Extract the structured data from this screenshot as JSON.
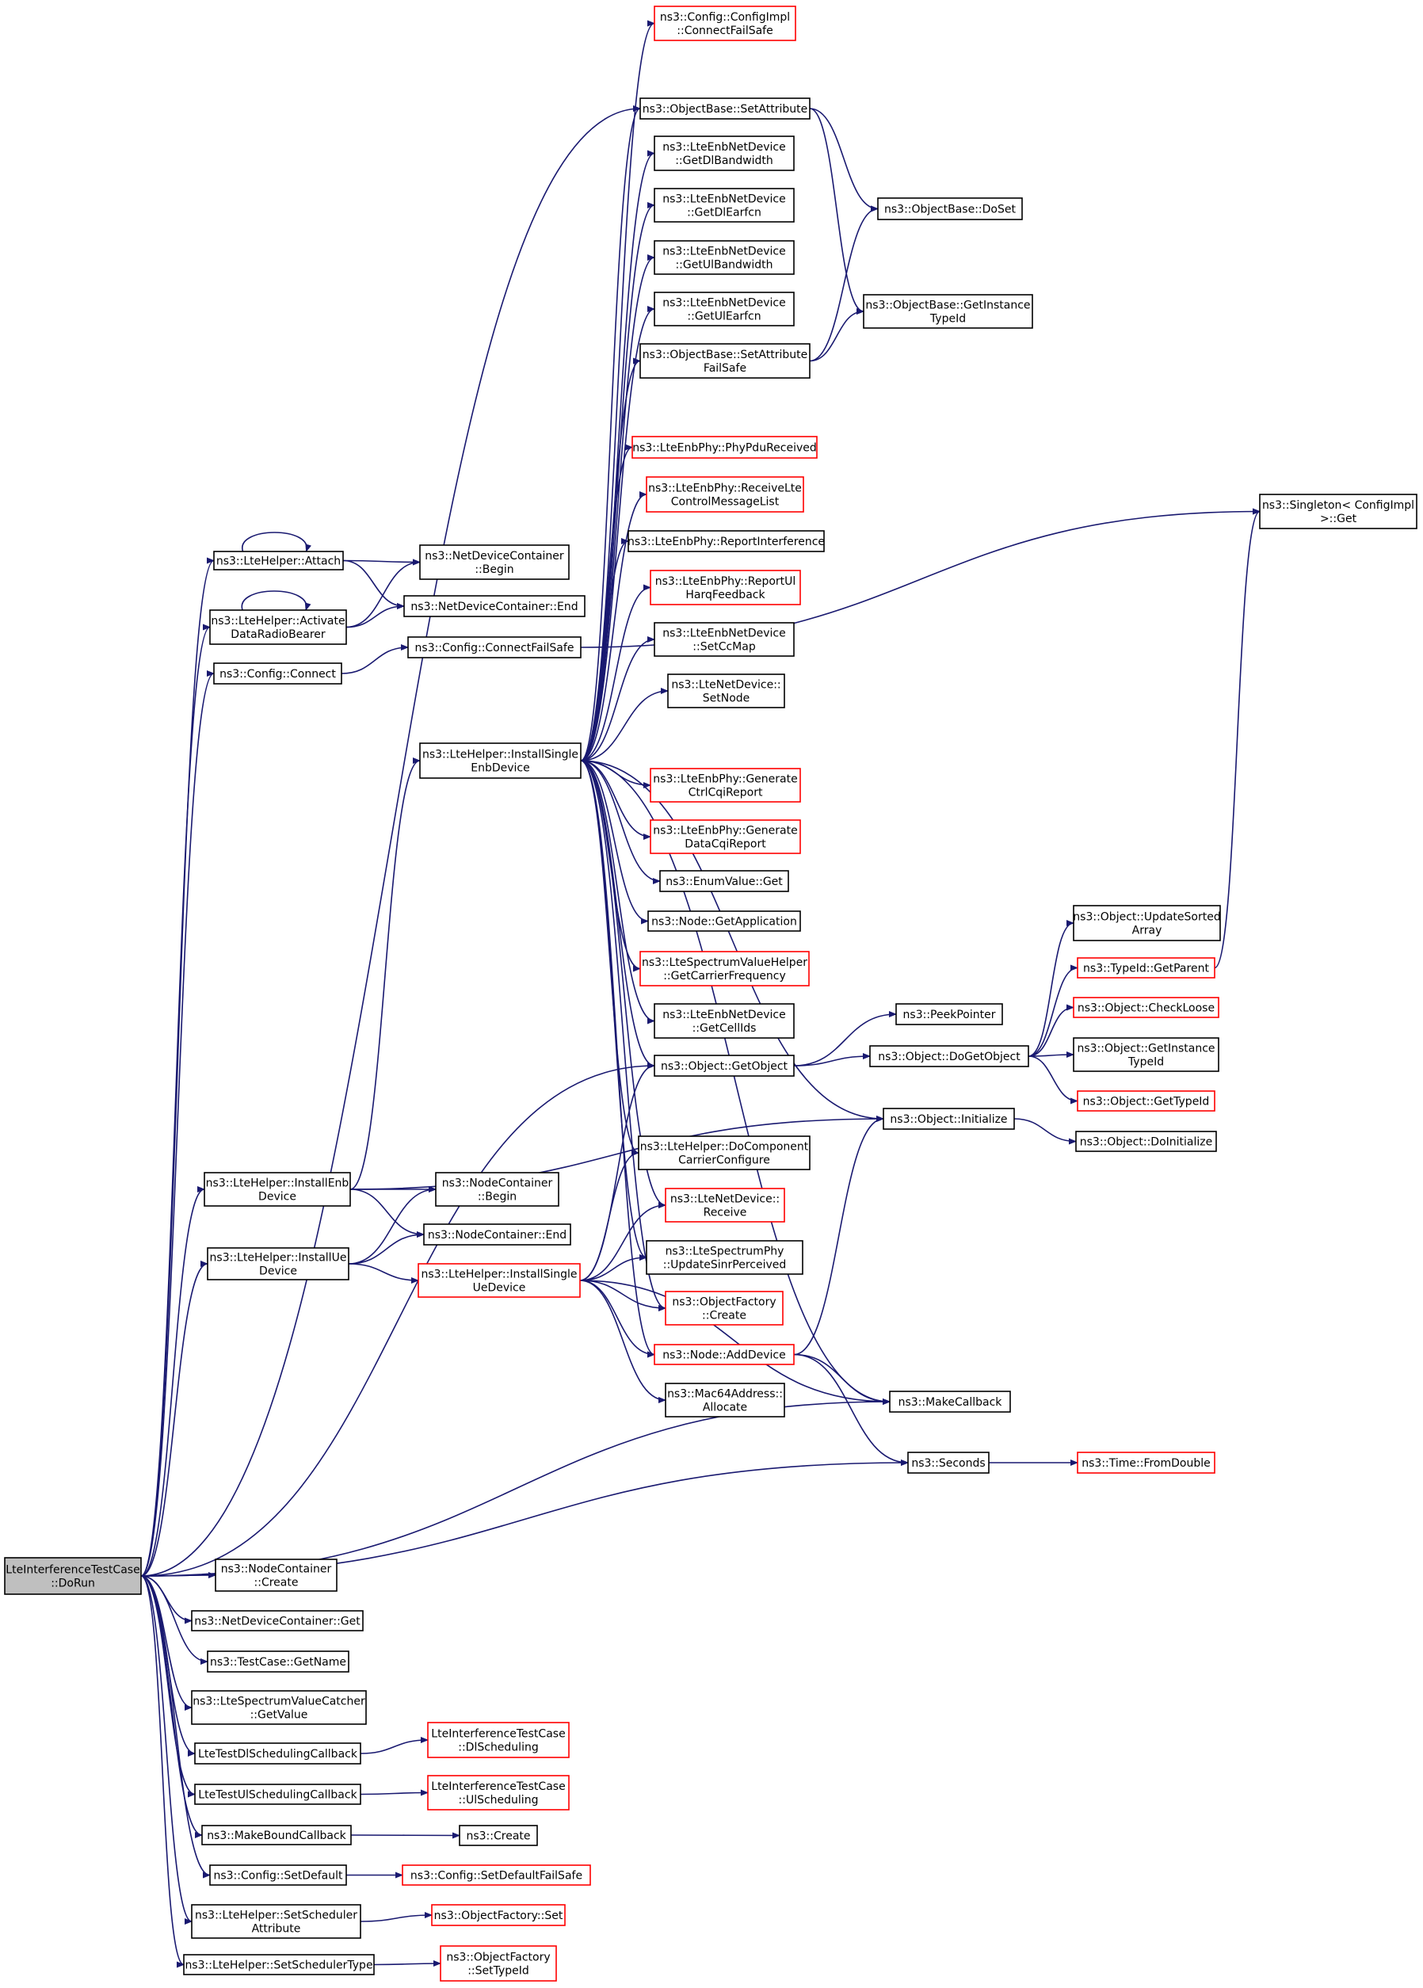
{
  "diagram": {
    "root": "LteInterferenceTestCase::DoRun",
    "colors": {
      "edge": "#191970",
      "normal_border": "#000000",
      "linked_border": "#ff0000",
      "root_fill": "#bfbfbf"
    },
    "nodes": [
      {
        "id": "root",
        "lines": [
          "LteInterferenceTestCase",
          "::DoRun"
        ],
        "style": "root"
      },
      {
        "id": "attach",
        "lines": [
          "ns3::LteHelper::Attach"
        ],
        "style": "normal"
      },
      {
        "id": "activate",
        "lines": [
          "ns3::LteHelper::Activate",
          "DataRadioBearer"
        ],
        "style": "normal"
      },
      {
        "id": "cfgConnect",
        "lines": [
          "ns3::Config::Connect"
        ],
        "style": "normal"
      },
      {
        "id": "installSingleEnb",
        "lines": [
          "ns3::LteHelper::InstallSingle",
          "EnbDevice"
        ],
        "style": "normal"
      },
      {
        "id": "installEnb",
        "lines": [
          "ns3::LteHelper::InstallEnb",
          "Device"
        ],
        "style": "normal"
      },
      {
        "id": "installUe",
        "lines": [
          "ns3::LteHelper::InstallUe",
          "Device"
        ],
        "style": "normal"
      },
      {
        "id": "nodeContCreate",
        "lines": [
          "ns3::NodeContainer",
          "::Create"
        ],
        "style": "normal"
      },
      {
        "id": "ndcGet",
        "lines": [
          "ns3::NetDeviceContainer::Get"
        ],
        "style": "normal"
      },
      {
        "id": "getName",
        "lines": [
          "ns3::TestCase::GetName"
        ],
        "style": "normal"
      },
      {
        "id": "catcherGetValue",
        "lines": [
          "ns3::LteSpectrumValueCatcher",
          "::GetValue"
        ],
        "style": "normal"
      },
      {
        "id": "dlSchedCb",
        "lines": [
          "LteTestDlSchedulingCallback"
        ],
        "style": "normal"
      },
      {
        "id": "ulSchedCb",
        "lines": [
          "LteTestUlSchedulingCallback"
        ],
        "style": "normal"
      },
      {
        "id": "makeBound",
        "lines": [
          "ns3::MakeBoundCallback"
        ],
        "style": "normal"
      },
      {
        "id": "cfgSetDefault",
        "lines": [
          "ns3::Config::SetDefault"
        ],
        "style": "normal"
      },
      {
        "id": "setSchedAttr",
        "lines": [
          "ns3::LteHelper::SetScheduler",
          "Attribute"
        ],
        "style": "normal"
      },
      {
        "id": "setSchedType",
        "lines": [
          "ns3::LteHelper::SetSchedulerType"
        ],
        "style": "normal"
      },
      {
        "id": "ndcBegin",
        "lines": [
          "ns3::NetDeviceContainer",
          "::Begin"
        ],
        "style": "normal"
      },
      {
        "id": "ndcEnd",
        "lines": [
          "ns3::NetDeviceContainer::End"
        ],
        "style": "normal"
      },
      {
        "id": "cfgConnectFS",
        "lines": [
          "ns3::Config::ConnectFailSafe"
        ],
        "style": "normal"
      },
      {
        "id": "ncBegin",
        "lines": [
          "ns3::NodeContainer",
          "::Begin"
        ],
        "style": "normal"
      },
      {
        "id": "ncEnd",
        "lines": [
          "ns3::NodeContainer::End"
        ],
        "style": "normal"
      },
      {
        "id": "installSingleUe",
        "lines": [
          "ns3::LteHelper::InstallSingle",
          "UeDevice"
        ],
        "style": "red"
      },
      {
        "id": "cfgImplConnectFS",
        "lines": [
          "ns3::Config::ConfigImpl",
          "::ConnectFailSafe"
        ],
        "style": "red"
      },
      {
        "id": "setAttr",
        "lines": [
          "ns3::ObjectBase::SetAttribute"
        ],
        "style": "normal"
      },
      {
        "id": "getDlBw",
        "lines": [
          "ns3::LteEnbNetDevice",
          "::GetDlBandwidth"
        ],
        "style": "normal"
      },
      {
        "id": "getDlEarfcn",
        "lines": [
          "ns3::LteEnbNetDevice",
          "::GetDlEarfcn"
        ],
        "style": "normal"
      },
      {
        "id": "getUlBw",
        "lines": [
          "ns3::LteEnbNetDevice",
          "::GetUlBandwidth"
        ],
        "style": "normal"
      },
      {
        "id": "getUlEarfcn",
        "lines": [
          "ns3::LteEnbNetDevice",
          "::GetUlEarfcn"
        ],
        "style": "normal"
      },
      {
        "id": "setAttrFS",
        "lines": [
          "ns3::ObjectBase::SetAttribute",
          "FailSafe"
        ],
        "style": "normal"
      },
      {
        "id": "phyPdu",
        "lines": [
          "ns3::LteEnbPhy::PhyPduReceived"
        ],
        "style": "red"
      },
      {
        "id": "recvCtrl",
        "lines": [
          "ns3::LteEnbPhy::ReceiveLte",
          "ControlMessageList"
        ],
        "style": "red"
      },
      {
        "id": "reportInterf",
        "lines": [
          "ns3::LteEnbPhy::ReportInterference"
        ],
        "style": "normal"
      },
      {
        "id": "reportUl",
        "lines": [
          "ns3::LteEnbPhy::ReportUl",
          "HarqFeedback"
        ],
        "style": "red"
      },
      {
        "id": "setCcMap",
        "lines": [
          "ns3::LteEnbNetDevice",
          "::SetCcMap"
        ],
        "style": "normal"
      },
      {
        "id": "setNode",
        "lines": [
          "ns3::LteNetDevice::",
          "SetNode"
        ],
        "style": "normal"
      },
      {
        "id": "genCtrlCqi",
        "lines": [
          "ns3::LteEnbPhy::Generate",
          "CtrlCqiReport"
        ],
        "style": "red"
      },
      {
        "id": "genDataCqi",
        "lines": [
          "ns3::LteEnbPhy::Generate",
          "DataCqiReport"
        ],
        "style": "red"
      },
      {
        "id": "enumGet",
        "lines": [
          "ns3::EnumValue::Get"
        ],
        "style": "normal"
      },
      {
        "id": "getApp",
        "lines": [
          "ns3::Node::GetApplication"
        ],
        "style": "normal"
      },
      {
        "id": "carrierFreq",
        "lines": [
          "ns3::LteSpectrumValueHelper",
          "::GetCarrierFrequency"
        ],
        "style": "red"
      },
      {
        "id": "getCellIds",
        "lines": [
          "ns3::LteEnbNetDevice",
          "::GetCellIds"
        ],
        "style": "normal"
      },
      {
        "id": "getObject",
        "lines": [
          "ns3::Object::GetObject"
        ],
        "style": "normal"
      },
      {
        "id": "doCompCarrier",
        "lines": [
          "ns3::LteHelper::DoComponent",
          "CarrierConfigure"
        ],
        "style": "normal"
      },
      {
        "id": "lteNdReceive",
        "lines": [
          "ns3::LteNetDevice::",
          "Receive"
        ],
        "style": "red"
      },
      {
        "id": "updateSinr",
        "lines": [
          "ns3::LteSpectrumPhy",
          "::UpdateSinrPerceived"
        ],
        "style": "normal"
      },
      {
        "id": "ofCreate",
        "lines": [
          "ns3::ObjectFactory",
          "::Create"
        ],
        "style": "red"
      },
      {
        "id": "addDevice",
        "lines": [
          "ns3::Node::AddDevice"
        ],
        "style": "red"
      },
      {
        "id": "macAlloc",
        "lines": [
          "ns3::Mac64Address::",
          "Allocate"
        ],
        "style": "normal"
      },
      {
        "id": "ltiDlSched",
        "lines": [
          "LteInterferenceTestCase",
          "::DlScheduling"
        ],
        "style": "red"
      },
      {
        "id": "ltiUlSched",
        "lines": [
          "LteInterferenceTestCase",
          "::UlScheduling"
        ],
        "style": "red"
      },
      {
        "id": "nsCreate",
        "lines": [
          "ns3::Create"
        ],
        "style": "normal"
      },
      {
        "id": "cfgSetDefaultFS",
        "lines": [
          "ns3::Config::SetDefaultFailSafe"
        ],
        "style": "red"
      },
      {
        "id": "ofSet",
        "lines": [
          "ns3::ObjectFactory::Set"
        ],
        "style": "red"
      },
      {
        "id": "ofSetTypeId",
        "lines": [
          "ns3::ObjectFactory",
          "::SetTypeId"
        ],
        "style": "red"
      },
      {
        "id": "doSet",
        "lines": [
          "ns3::ObjectBase::DoSet"
        ],
        "style": "normal"
      },
      {
        "id": "obGetInstTid",
        "lines": [
          "ns3::ObjectBase::GetInstance",
          "TypeId"
        ],
        "style": "normal"
      },
      {
        "id": "peekPointer",
        "lines": [
          "ns3::PeekPointer"
        ],
        "style": "normal"
      },
      {
        "id": "doGetObject",
        "lines": [
          "ns3::Object::DoGetObject"
        ],
        "style": "normal"
      },
      {
        "id": "objInit",
        "lines": [
          "ns3::Object::Initialize"
        ],
        "style": "normal"
      },
      {
        "id": "makeCallback",
        "lines": [
          "ns3::MakeCallback"
        ],
        "style": "normal"
      },
      {
        "id": "seconds",
        "lines": [
          "ns3::Seconds"
        ],
        "style": "normal"
      },
      {
        "id": "singletonGet",
        "lines": [
          "ns3::Singleton< ConfigImpl",
          " >::Get"
        ],
        "style": "normal"
      },
      {
        "id": "updSorted",
        "lines": [
          "ns3::Object::UpdateSorted",
          "Array"
        ],
        "style": "normal"
      },
      {
        "id": "tidGetParent",
        "lines": [
          "ns3::TypeId::GetParent"
        ],
        "style": "red"
      },
      {
        "id": "checkLoose",
        "lines": [
          "ns3::Object::CheckLoose"
        ],
        "style": "red"
      },
      {
        "id": "objGetInstTid",
        "lines": [
          "ns3::Object::GetInstance",
          "TypeId"
        ],
        "style": "normal"
      },
      {
        "id": "objGetTid",
        "lines": [
          "ns3::Object::GetTypeId"
        ],
        "style": "red"
      },
      {
        "id": "doInit",
        "lines": [
          "ns3::Object::DoInitialize"
        ],
        "style": "normal"
      },
      {
        "id": "fromDouble",
        "lines": [
          "ns3::Time::FromDouble"
        ],
        "style": "red"
      }
    ],
    "edges": [
      [
        "root",
        "attach"
      ],
      [
        "root",
        "activate"
      ],
      [
        "root",
        "cfgConnect"
      ],
      [
        "root",
        "installEnb"
      ],
      [
        "root",
        "installUe"
      ],
      [
        "root",
        "nodeContCreate"
      ],
      [
        "root",
        "ndcGet"
      ],
      [
        "root",
        "getName"
      ],
      [
        "root",
        "catcherGetValue"
      ],
      [
        "root",
        "dlSchedCb"
      ],
      [
        "root",
        "ulSchedCb"
      ],
      [
        "root",
        "makeBound"
      ],
      [
        "root",
        "cfgSetDefault"
      ],
      [
        "root",
        "setSchedAttr"
      ],
      [
        "root",
        "setSchedType"
      ],
      [
        "root",
        "getObject"
      ],
      [
        "root",
        "makeCallback"
      ],
      [
        "root",
        "seconds"
      ],
      [
        "root",
        "setAttr"
      ],
      [
        "attach",
        "attach"
      ],
      [
        "attach",
        "ndcBegin"
      ],
      [
        "attach",
        "ndcEnd"
      ],
      [
        "activate",
        "activate"
      ],
      [
        "activate",
        "ndcBegin"
      ],
      [
        "activate",
        "ndcEnd"
      ],
      [
        "cfgConnect",
        "cfgConnectFS"
      ],
      [
        "cfgConnectFS",
        "singletonGet"
      ],
      [
        "installEnb",
        "installSingleEnb"
      ],
      [
        "installEnb",
        "ncBegin"
      ],
      [
        "installEnb",
        "ncEnd"
      ],
      [
        "installEnb",
        "objInit"
      ],
      [
        "installUe",
        "ncBegin"
      ],
      [
        "installUe",
        "ncEnd"
      ],
      [
        "installUe",
        "installSingleUe"
      ],
      [
        "installSingleEnb",
        "cfgImplConnectFS"
      ],
      [
        "installSingleEnb",
        "setAttr"
      ],
      [
        "installSingleEnb",
        "getDlBw"
      ],
      [
        "installSingleEnb",
        "getDlEarfcn"
      ],
      [
        "installSingleEnb",
        "getUlBw"
      ],
      [
        "installSingleEnb",
        "getUlEarfcn"
      ],
      [
        "installSingleEnb",
        "setAttrFS"
      ],
      [
        "installSingleEnb",
        "phyPdu"
      ],
      [
        "installSingleEnb",
        "recvCtrl"
      ],
      [
        "installSingleEnb",
        "reportInterf"
      ],
      [
        "installSingleEnb",
        "reportUl"
      ],
      [
        "installSingleEnb",
        "setCcMap"
      ],
      [
        "installSingleEnb",
        "setNode"
      ],
      [
        "installSingleEnb",
        "genCtrlCqi"
      ],
      [
        "installSingleEnb",
        "genDataCqi"
      ],
      [
        "installSingleEnb",
        "enumGet"
      ],
      [
        "installSingleEnb",
        "getApp"
      ],
      [
        "installSingleEnb",
        "carrierFreq"
      ],
      [
        "installSingleEnb",
        "getCellIds"
      ],
      [
        "installSingleEnb",
        "getObject"
      ],
      [
        "installSingleEnb",
        "doCompCarrier"
      ],
      [
        "installSingleEnb",
        "lteNdReceive"
      ],
      [
        "installSingleEnb",
        "updateSinr"
      ],
      [
        "installSingleEnb",
        "ofCreate"
      ],
      [
        "installSingleEnb",
        "addDevice"
      ],
      [
        "installSingleEnb",
        "objInit"
      ],
      [
        "installSingleEnb",
        "makeCallback"
      ],
      [
        "installSingleUe",
        "getObject"
      ],
      [
        "installSingleUe",
        "doCompCarrier"
      ],
      [
        "installSingleUe",
        "lteNdReceive"
      ],
      [
        "installSingleUe",
        "updateSinr"
      ],
      [
        "installSingleUe",
        "ofCreate"
      ],
      [
        "installSingleUe",
        "addDevice"
      ],
      [
        "installSingleUe",
        "macAlloc"
      ],
      [
        "installSingleUe",
        "makeCallback"
      ],
      [
        "setAttr",
        "doSet"
      ],
      [
        "setAttr",
        "obGetInstTid"
      ],
      [
        "setAttrFS",
        "doSet"
      ],
      [
        "setAttrFS",
        "obGetInstTid"
      ],
      [
        "getObject",
        "peekPointer"
      ],
      [
        "getObject",
        "doGetObject"
      ],
      [
        "doGetObject",
        "updSorted"
      ],
      [
        "doGetObject",
        "tidGetParent"
      ],
      [
        "doGetObject",
        "checkLoose"
      ],
      [
        "doGetObject",
        "objGetInstTid"
      ],
      [
        "doGetObject",
        "objGetTid"
      ],
      [
        "tidGetParent",
        "singletonGet"
      ],
      [
        "objInit",
        "doInit"
      ],
      [
        "addDevice",
        "objInit"
      ],
      [
        "addDevice",
        "makeCallback"
      ],
      [
        "addDevice",
        "seconds"
      ],
      [
        "seconds",
        "fromDouble"
      ],
      [
        "dlSchedCb",
        "ltiDlSched"
      ],
      [
        "ulSchedCb",
        "ltiUlSched"
      ],
      [
        "makeBound",
        "nsCreate"
      ],
      [
        "cfgSetDefault",
        "cfgSetDefaultFS"
      ],
      [
        "setSchedAttr",
        "ofSet"
      ],
      [
        "setSchedType",
        "ofSetTypeId"
      ]
    ]
  }
}
